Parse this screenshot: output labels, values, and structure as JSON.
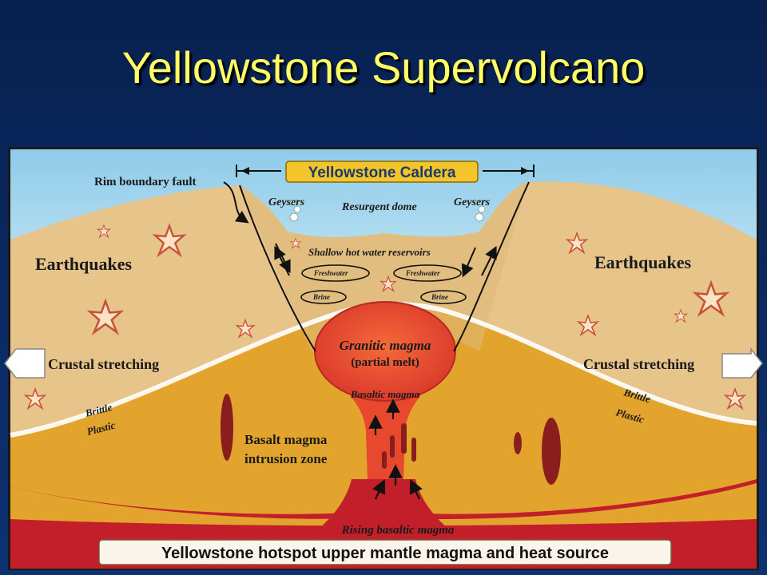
{
  "title": "Yellowstone Supervolcano",
  "diagram": {
    "caldera_label": "Yellowstone Caldera",
    "rim_boundary_fault": "Rim boundary fault",
    "geysers_left": "Geysers",
    "geysers_right": "Geysers",
    "resurgent_dome": "Resurgent dome",
    "shallow_reservoirs": "Shallow hot water reservoirs",
    "freshwater_left": "Freshwater",
    "freshwater_right": "Freshwater",
    "brine_left": "Brine",
    "brine_right": "Brine",
    "earthquakes_left": "Earthquakes",
    "earthquakes_right": "Earthquakes",
    "crustal_left": "Crustal stretching",
    "crustal_right": "Crustal stretching",
    "granitic_magma": "Granitic magma",
    "partial_melt": "(partial melt)",
    "basaltic_magma": "Basaltic magma",
    "brittle_left": "Brittle",
    "plastic_left": "Plastic",
    "brittle_right": "Brittle",
    "plastic_right": "Plastic",
    "basalt_intrusion_1": "Basalt magma",
    "basalt_intrusion_2": "intrusion zone",
    "rising_basaltic": "Rising basaltic magma",
    "hotspot": "Yellowstone hotspot upper mantle magma and heat source",
    "colors": {
      "sky": "#9fd6f0",
      "upper_crust": "#e6c48a",
      "lower_crust": "#e3a42e",
      "mantle": "#c21f2b",
      "granitic": "#e8492e",
      "title_text": "#ffff66"
    }
  }
}
